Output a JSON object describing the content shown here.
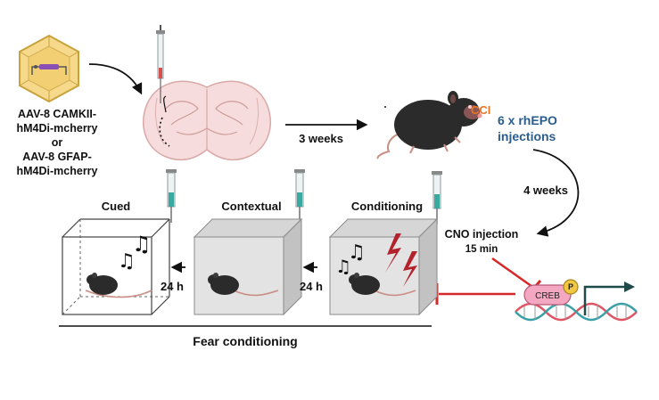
{
  "vector_labels": [
    "AAV-8 CAMKII-",
    "hM4Di-mcherry",
    "or",
    "AAV-8 GFAP-",
    "hM4Di-mcherry"
  ],
  "timeline": {
    "after_injection": "3 weeks",
    "after_treatment": "4 weeks"
  },
  "treatment": {
    "injury": "CCI",
    "drug_line1": "6 x rhEPO",
    "drug_line2": "injections"
  },
  "cno": {
    "label": "CNO injection",
    "timing": "15 min"
  },
  "gene": {
    "protein": "CREB",
    "phospho": "P"
  },
  "phases": {
    "cued": "Cued",
    "contextual": "Contextual",
    "conditioning": "Conditioning"
  },
  "delays": {
    "between_1": "24 h",
    "between_2": "24 h"
  },
  "section_label": "Fear conditioning",
  "colors": {
    "injury": "#e87722",
    "drug": "#2a5d8f",
    "inhibition": "#d62828",
    "shock": "#b3212b",
    "syringe_fluid": "#3aa99f"
  }
}
